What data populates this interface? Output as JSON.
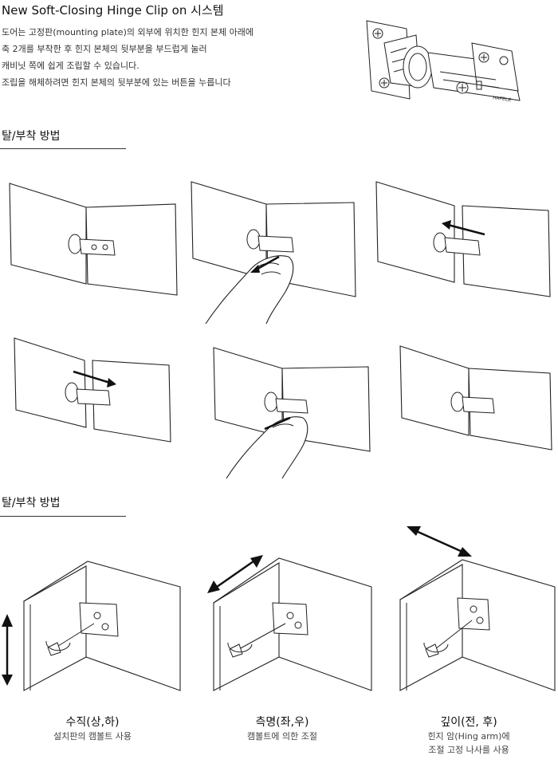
{
  "header": {
    "title": "New Soft-Closing Hinge Clip on 시스템",
    "intro_lines": [
      "도어는 고정판(mounting plate)의 외부에 위치한 힌지 본체 아래에",
      "축 2개를 부착한 후 힌지 본체의 뒷부분을 부드럽게 눌러",
      "캐비닛 쪽에 쉽게 조립할 수 있습니다.",
      "조립을 해체하려면 힌지 본체의 뒷부분에 있는 버튼을 누릅니다"
    ],
    "hinge_illustration": {
      "icon": "hinge-product-icon",
      "brand_mark": "HAFELE"
    }
  },
  "section1": {
    "title": "탈/부착 방법",
    "steps": [
      {
        "icon": "hinge-attached-icon"
      },
      {
        "icon": "hand-press-icon"
      },
      {
        "icon": "arrow-left-icon"
      },
      {
        "icon": "arrow-right-icon"
      },
      {
        "icon": "hand-press-icon"
      },
      {
        "icon": "hinge-attached-icon"
      }
    ]
  },
  "section2": {
    "title": "탈/부착 방법",
    "adjustments": [
      {
        "title": "수직(상,하)",
        "desc_lines": [
          "설치판의 캠볼트 사용"
        ],
        "icon": "vertical-arrow-icon"
      },
      {
        "title": "측명(좌,우)",
        "desc_lines": [
          "캠볼트에 의한 조절"
        ],
        "icon": "diagonal-arrow-icon"
      },
      {
        "title": "깊이(전, 후)",
        "desc_lines": [
          "힌지 암(Hing arm)에",
          "조절 고정 나사를 사용"
        ],
        "icon": "diagonal-arrow-icon"
      }
    ]
  },
  "colors": {
    "ink": "#222222",
    "background": "#ffffff"
  }
}
